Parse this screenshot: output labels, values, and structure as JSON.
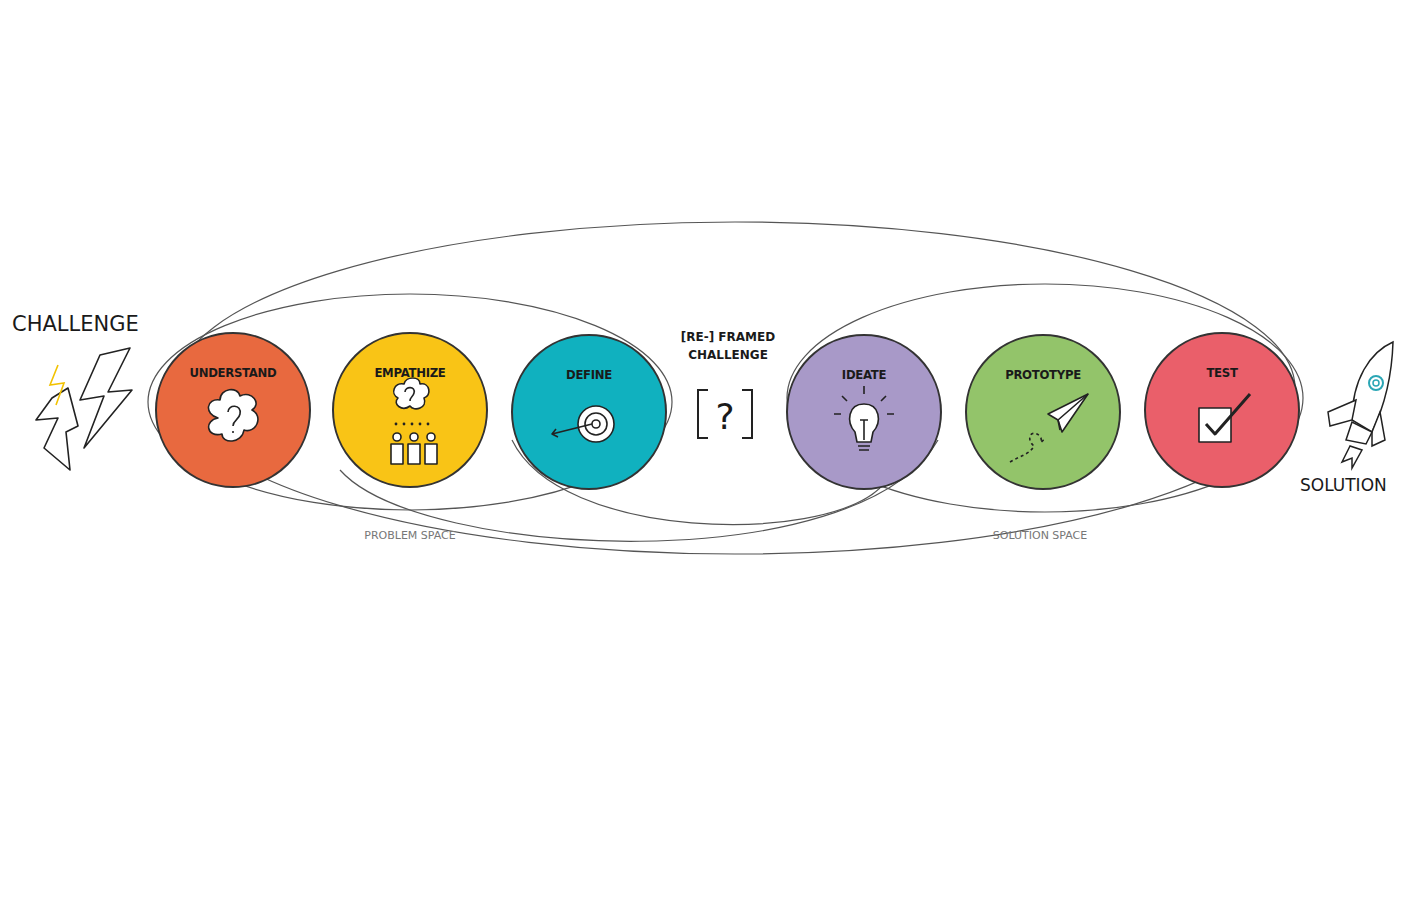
{
  "diagram": {
    "nodes": [
      {
        "text": [
          "UNDERSTAND"
        ]
      },
      {
        "text": [
          "EMPATHIZE"
        ]
      },
      {
        "text": [
          "DEFINE"
        ]
      },
      {
        "text": [
          "IDEATE"
        ]
      },
      {
        "text": [
          "PROTOTYPE"
        ]
      },
      {
        "text": [
          "TEST"
        ]
      }
    ],
    "edges": [],
    "labels": [
      "CHALLENGE",
      "[RE-] FRAMED CHALLENGE",
      "?",
      "PROBLEM SPACE",
      "SOLUTION SPACE",
      "SOLUTION"
    ]
  }
}
